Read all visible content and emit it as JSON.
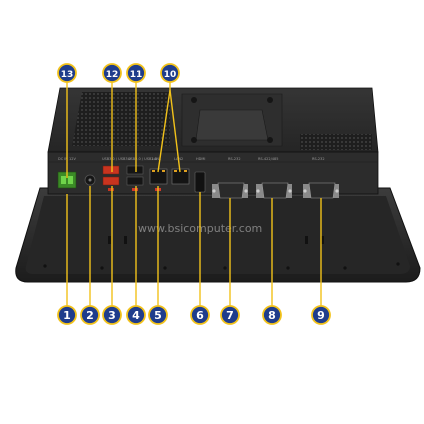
{
  "colors": {
    "callout_fill": "#1f3d8c",
    "callout_stroke": "#f2c21a",
    "leader": "#f2c21a",
    "chassis": "#2a2a2a",
    "panel": "#3a3a3a",
    "usb_red": "#d23a2a",
    "terminal_green": "#4caf2a"
  },
  "watermark": "www.bsicomputer.com",
  "port_labels": [
    "DC IN 12V",
    "USB3.0 / USB3.0",
    "USB2.0 / USB2.0",
    "LAN1",
    "LAN2",
    "HDMI",
    "RS-232",
    "RS-422/485",
    "RS-232"
  ],
  "callouts": [
    {
      "number": "1"
    },
    {
      "number": "2"
    },
    {
      "number": "3"
    },
    {
      "number": "4"
    },
    {
      "number": "5"
    },
    {
      "number": "6"
    },
    {
      "number": "7"
    },
    {
      "number": "8"
    },
    {
      "number": "9"
    },
    {
      "number": "10"
    },
    {
      "number": "11"
    },
    {
      "number": "12"
    },
    {
      "number": "13"
    }
  ]
}
